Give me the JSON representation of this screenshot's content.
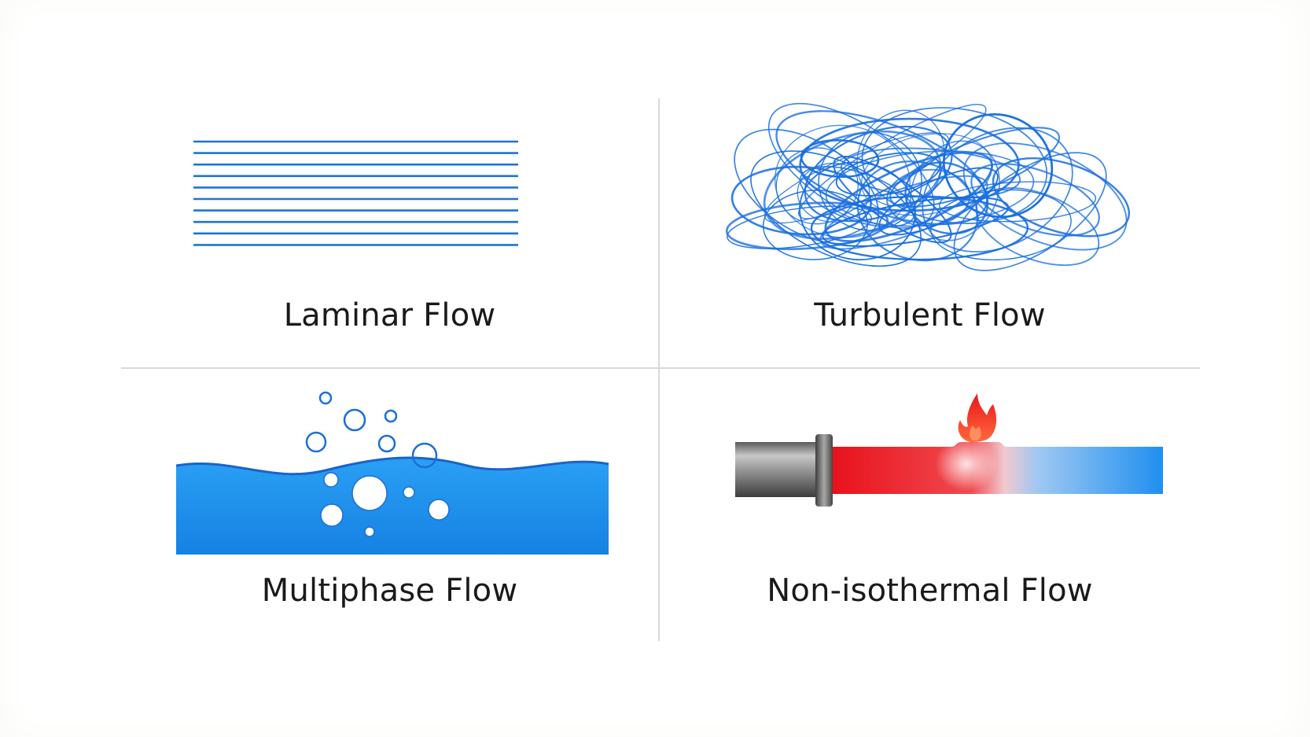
{
  "panels": {
    "laminar": {
      "label": "Laminar Flow",
      "color": "#1f74d0",
      "line_count": 10
    },
    "turbulent": {
      "label": "Turbulent Flow",
      "color": "#1a6fe0"
    },
    "multiphase": {
      "label": "Multiphase Flow",
      "water_color": "#1e90ee",
      "surface_color": "#1b63c9"
    },
    "nonisothermal": {
      "label": "Non-isothermal Flow",
      "hot_color": "#ee1c25",
      "cold_color": "#1e90ee",
      "flame_color": "#f02a1f"
    }
  }
}
